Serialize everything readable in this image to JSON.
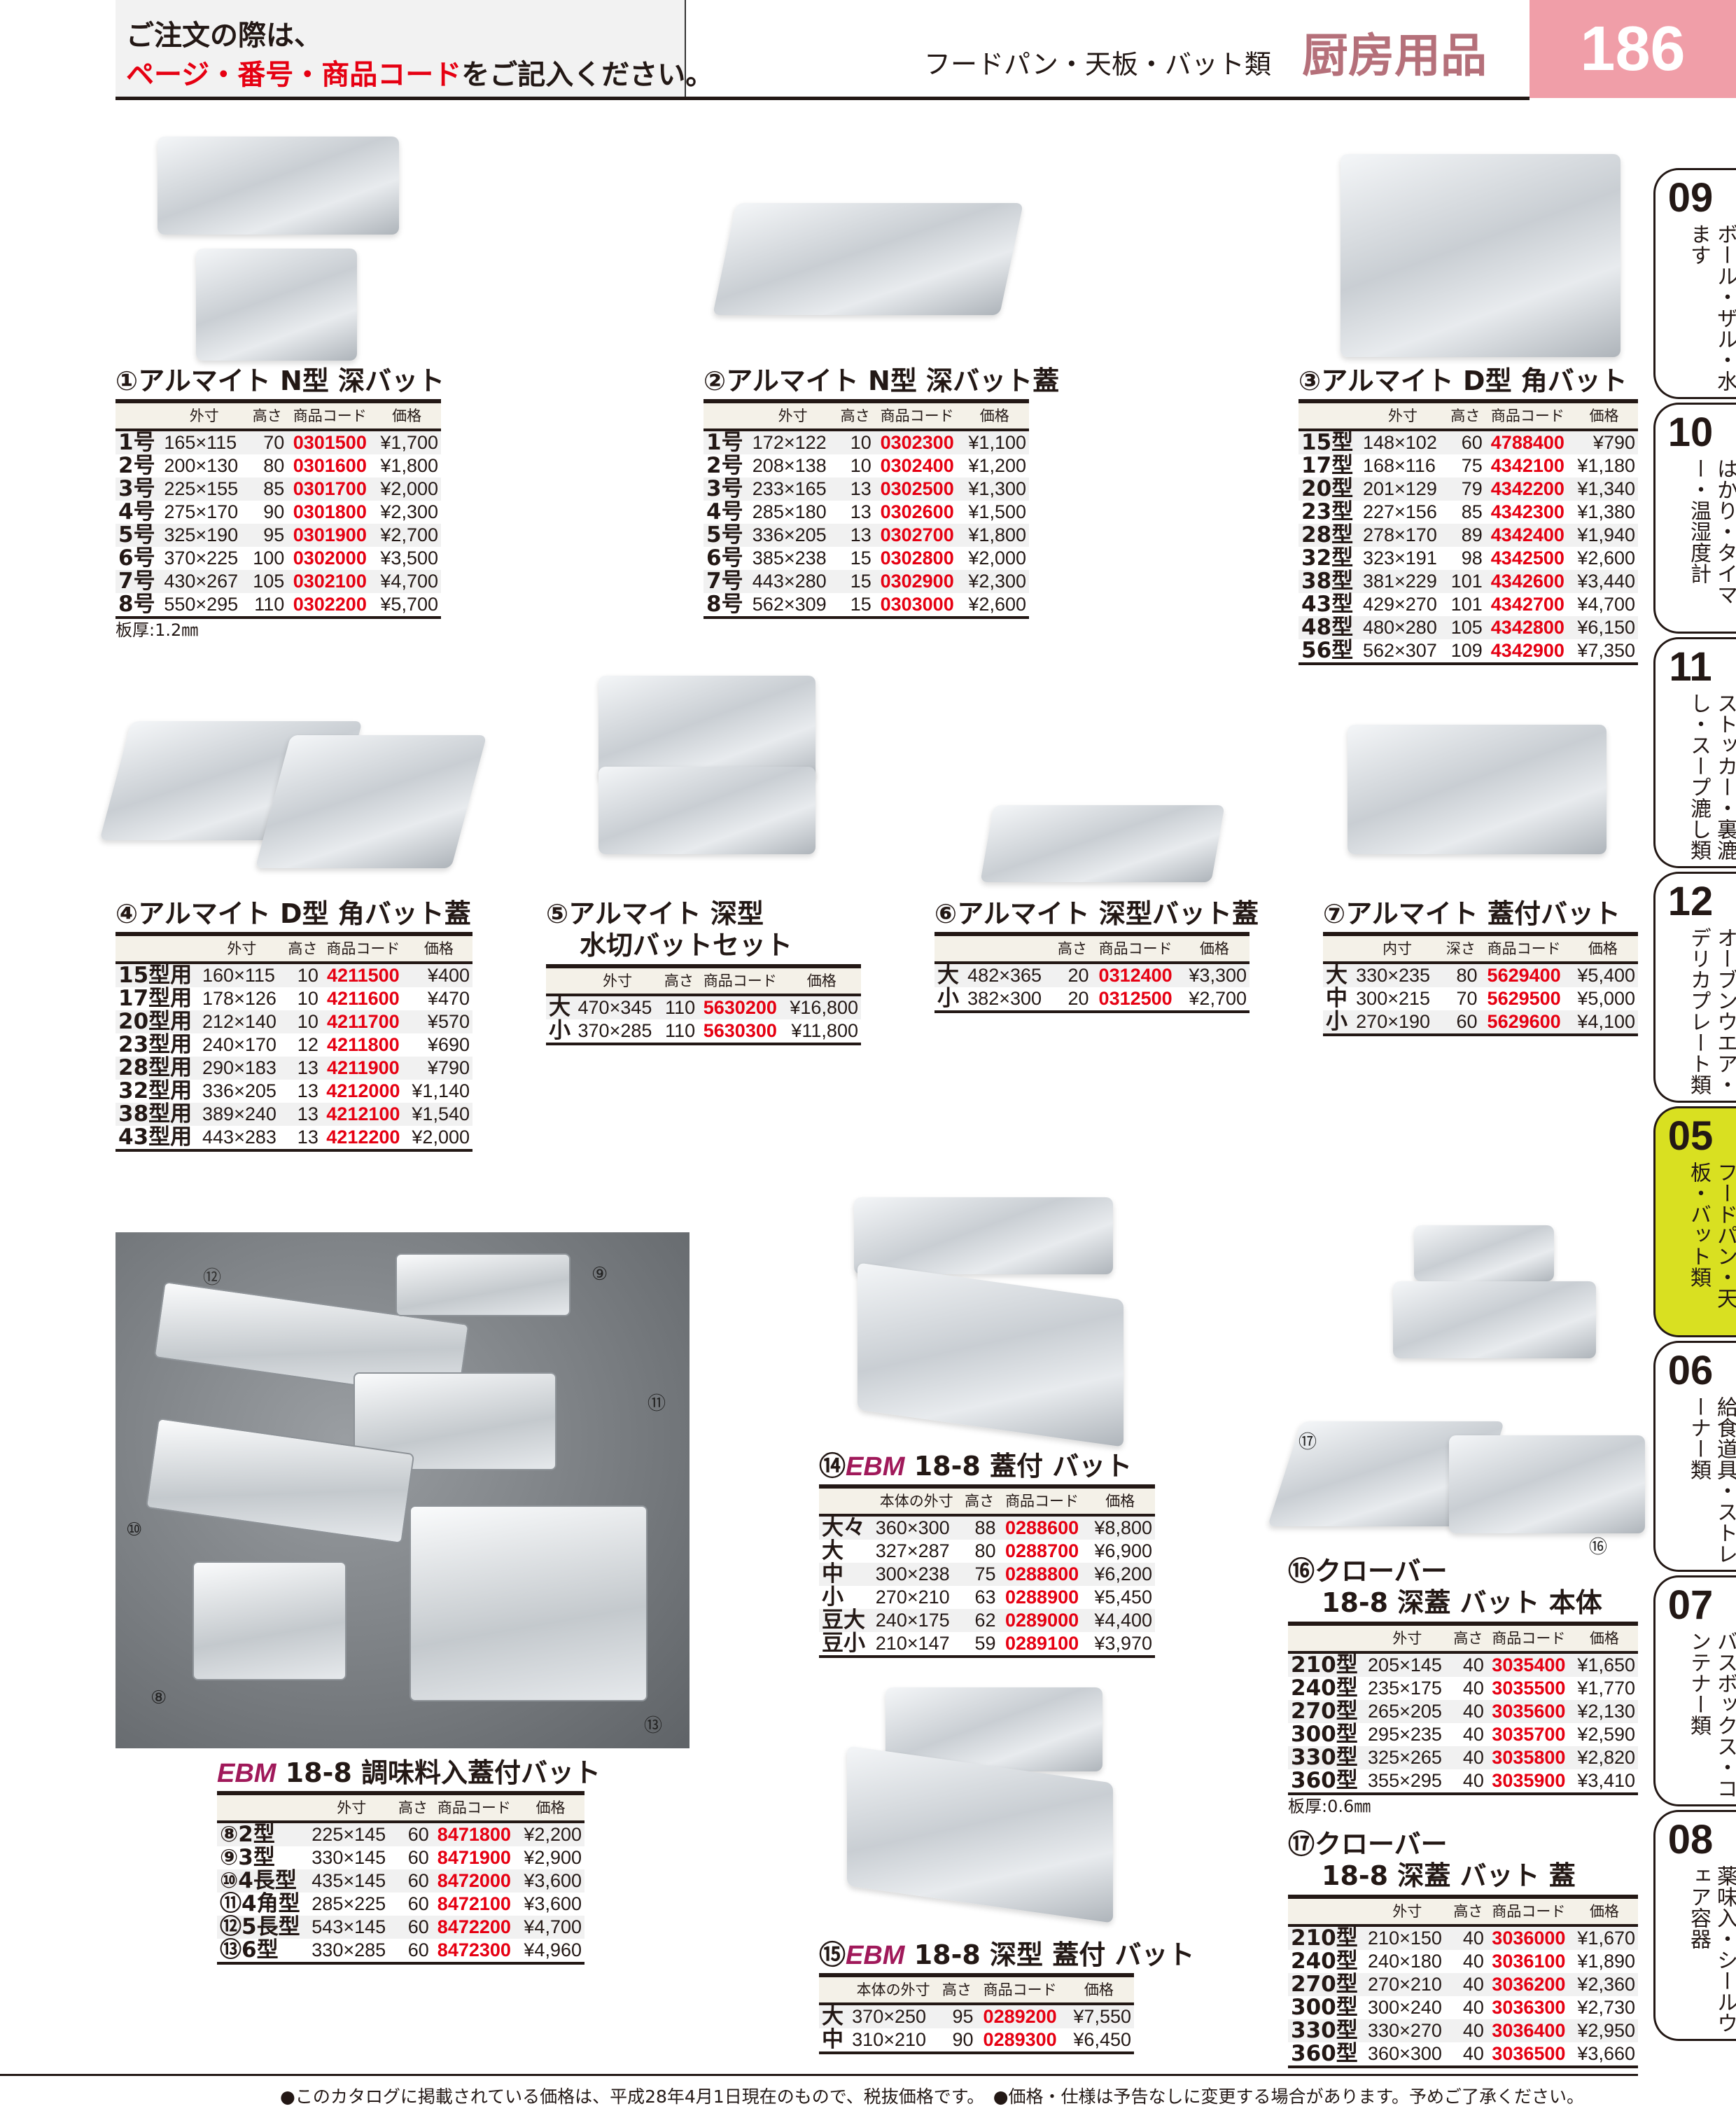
{
  "header": {
    "line1": "ご注文の際は、",
    "line2_red": "ページ・番号・商品コード",
    "line2_rest": "をご記入ください。",
    "subtitle": "フードパン・天板・バット類",
    "category": "厨房用品",
    "page": "186"
  },
  "side_tabs": [
    {
      "num": "09",
      "label": "ボール・ザル・水ます",
      "active": false
    },
    {
      "num": "10",
      "label": "はかり・タイマー・温湿度計",
      "active": false
    },
    {
      "num": "11",
      "label": "ストッカー・裏漉し・スープ漉し類",
      "active": false
    },
    {
      "num": "12",
      "label": "オーブンウエア・デリカプレート類",
      "active": false
    },
    {
      "num": "05",
      "label": "フードパン・天板・バット類",
      "active": true
    },
    {
      "num": "06",
      "label": "給食道具・ストレーナー類",
      "active": false
    },
    {
      "num": "07",
      "label": "バスボックス・コンテナー類",
      "active": false
    },
    {
      "num": "08",
      "label": "薬味入・シールウェア容器",
      "active": false
    }
  ],
  "products": [
    {
      "num": "①",
      "brand": "",
      "title": "アルマイト N型 深バット",
      "title2": "",
      "cols": [
        "",
        "外寸",
        "高さ",
        "商品コード",
        "価格"
      ],
      "rows": [
        [
          "1号",
          "165×115",
          "70",
          "0301500",
          "¥1,700"
        ],
        [
          "2号",
          "200×130",
          "80",
          "0301600",
          "¥1,800"
        ],
        [
          "3号",
          "225×155",
          "85",
          "0301700",
          "¥2,000"
        ],
        [
          "4号",
          "275×170",
          "90",
          "0301800",
          "¥2,300"
        ],
        [
          "5号",
          "325×190",
          "95",
          "0301900",
          "¥2,700"
        ],
        [
          "6号",
          "370×225",
          "100",
          "0302000",
          "¥3,500"
        ],
        [
          "7号",
          "430×267",
          "105",
          "0302100",
          "¥4,700"
        ],
        [
          "8号",
          "550×295",
          "110",
          "0302200",
          "¥5,700"
        ]
      ],
      "note": "板厚:1.2㎜"
    },
    {
      "num": "②",
      "brand": "",
      "title": "アルマイト N型 深バット蓋",
      "title2": "",
      "cols": [
        "",
        "外寸",
        "高さ",
        "商品コード",
        "価格"
      ],
      "rows": [
        [
          "1号",
          "172×122",
          "10",
          "0302300",
          "¥1,100"
        ],
        [
          "2号",
          "208×138",
          "10",
          "0302400",
          "¥1,200"
        ],
        [
          "3号",
          "233×165",
          "13",
          "0302500",
          "¥1,300"
        ],
        [
          "4号",
          "285×180",
          "13",
          "0302600",
          "¥1,500"
        ],
        [
          "5号",
          "336×205",
          "13",
          "0302700",
          "¥1,800"
        ],
        [
          "6号",
          "385×238",
          "15",
          "0302800",
          "¥2,000"
        ],
        [
          "7号",
          "443×280",
          "15",
          "0302900",
          "¥2,300"
        ],
        [
          "8号",
          "562×309",
          "15",
          "0303000",
          "¥2,600"
        ]
      ],
      "note": ""
    },
    {
      "num": "③",
      "brand": "",
      "title": "アルマイト D型 角バット",
      "title2": "",
      "cols": [
        "",
        "外寸",
        "高さ",
        "商品コード",
        "価格"
      ],
      "rows": [
        [
          "15型",
          "148×102",
          "60",
          "4788400",
          "¥790"
        ],
        [
          "17型",
          "168×116",
          "75",
          "4342100",
          "¥1,180"
        ],
        [
          "20型",
          "201×129",
          "79",
          "4342200",
          "¥1,340"
        ],
        [
          "23型",
          "227×156",
          "85",
          "4342300",
          "¥1,380"
        ],
        [
          "28型",
          "278×170",
          "89",
          "4342400",
          "¥1,940"
        ],
        [
          "32型",
          "323×191",
          "98",
          "4342500",
          "¥2,600"
        ],
        [
          "38型",
          "381×229",
          "101",
          "4342600",
          "¥3,440"
        ],
        [
          "43型",
          "429×270",
          "101",
          "4342700",
          "¥4,700"
        ],
        [
          "48型",
          "480×280",
          "105",
          "4342800",
          "¥6,150"
        ],
        [
          "56型",
          "562×307",
          "109",
          "4342900",
          "¥7,350"
        ]
      ],
      "note": ""
    },
    {
      "num": "④",
      "brand": "",
      "title": "アルマイト D型 角バット蓋",
      "title2": "",
      "cols": [
        "",
        "外寸",
        "高さ",
        "商品コード",
        "価格"
      ],
      "rows": [
        [
          "15型用",
          "160×115",
          "10",
          "4211500",
          "¥400"
        ],
        [
          "17型用",
          "178×126",
          "10",
          "4211600",
          "¥470"
        ],
        [
          "20型用",
          "212×140",
          "10",
          "4211700",
          "¥570"
        ],
        [
          "23型用",
          "240×170",
          "12",
          "4211800",
          "¥690"
        ],
        [
          "28型用",
          "290×183",
          "13",
          "4211900",
          "¥790"
        ],
        [
          "32型用",
          "336×205",
          "13",
          "4212000",
          "¥1,140"
        ],
        [
          "38型用",
          "389×240",
          "13",
          "4212100",
          "¥1,540"
        ],
        [
          "43型用",
          "443×283",
          "13",
          "4212200",
          "¥2,000"
        ]
      ],
      "note": ""
    },
    {
      "num": "⑤",
      "brand": "",
      "title": "アルマイト 深型",
      "title2": "水切バットセット",
      "cols": [
        "",
        "外寸",
        "高さ",
        "商品コード",
        "価格"
      ],
      "rows": [
        [
          "大",
          "470×345",
          "110",
          "5630200",
          "¥16,800"
        ],
        [
          "小",
          "370×285",
          "110",
          "5630300",
          "¥11,800"
        ]
      ],
      "note": ""
    },
    {
      "num": "⑥",
      "brand": "",
      "title": "アルマイト 深型バット蓋",
      "title2": "",
      "cols": [
        "",
        "",
        "高さ",
        "商品コード",
        "価格"
      ],
      "rows": [
        [
          "大",
          "482×365",
          "20",
          "0312400",
          "¥3,300"
        ],
        [
          "小",
          "382×300",
          "20",
          "0312500",
          "¥2,700"
        ]
      ],
      "note": ""
    },
    {
      "num": "⑦",
      "brand": "",
      "title": "アルマイト 蓋付バット",
      "title2": "",
      "cols": [
        "",
        "内寸",
        "深さ",
        "商品コード",
        "価格"
      ],
      "rows": [
        [
          "大",
          "330×235",
          "80",
          "5629400",
          "¥5,400"
        ],
        [
          "中",
          "300×215",
          "70",
          "5629500",
          "¥5,000"
        ],
        [
          "小",
          "270×190",
          "60",
          "5629600",
          "¥4,100"
        ]
      ],
      "note": ""
    },
    {
      "num": "",
      "brand": "EBM",
      "title": " 18-8 調味料入蓋付バット",
      "title2": "",
      "cols": [
        "",
        "外寸",
        "高さ",
        "商品コード",
        "価格"
      ],
      "rows": [
        [
          "⑧2型",
          "225×145",
          "60",
          "8471800",
          "¥2,200"
        ],
        [
          "⑨3型",
          "330×145",
          "60",
          "8471900",
          "¥2,900"
        ],
        [
          "⑩4長型",
          "435×145",
          "60",
          "8472000",
          "¥3,600"
        ],
        [
          "⑪4角型",
          "285×225",
          "60",
          "8472100",
          "¥3,600"
        ],
        [
          "⑫5長型",
          "543×145",
          "60",
          "8472200",
          "¥4,700"
        ],
        [
          "⑬6型",
          "330×285",
          "60",
          "8472300",
          "¥4,960"
        ]
      ],
      "note": ""
    },
    {
      "num": "⑭",
      "brand": "EBM",
      "title": " 18-8 蓋付 バット",
      "title2": "",
      "cols": [
        "",
        "本体の外寸",
        "高さ",
        "商品コード",
        "価格"
      ],
      "rows": [
        [
          "大々",
          "360×300",
          "88",
          "0288600",
          "¥8,800"
        ],
        [
          "大",
          "327×287",
          "80",
          "0288700",
          "¥6,900"
        ],
        [
          "中",
          "300×238",
          "75",
          "0288800",
          "¥6,200"
        ],
        [
          "小",
          "270×210",
          "63",
          "0288900",
          "¥5,450"
        ],
        [
          "豆大",
          "240×175",
          "62",
          "0289000",
          "¥4,400"
        ],
        [
          "豆小",
          "210×147",
          "59",
          "0289100",
          "¥3,970"
        ]
      ],
      "note": ""
    },
    {
      "num": "⑮",
      "brand": "EBM",
      "title": " 18-8 深型 蓋付 バット",
      "title2": "",
      "cols": [
        "",
        "本体の外寸",
        "高さ",
        "商品コード",
        "価格"
      ],
      "rows": [
        [
          "大",
          "370×250",
          "95",
          "0289200",
          "¥7,550"
        ],
        [
          "中",
          "310×210",
          "90",
          "0289300",
          "¥6,450"
        ]
      ],
      "note": ""
    },
    {
      "num": "⑯",
      "brand": "",
      "title": "クローバー",
      "title2": "18-8 深蓋 バット 本体",
      "cols": [
        "",
        "外寸",
        "高さ",
        "商品コード",
        "価格"
      ],
      "rows": [
        [
          "210型",
          "205×145",
          "40",
          "3035400",
          "¥1,650"
        ],
        [
          "240型",
          "235×175",
          "40",
          "3035500",
          "¥1,770"
        ],
        [
          "270型",
          "265×205",
          "40",
          "3035600",
          "¥2,130"
        ],
        [
          "300型",
          "295×235",
          "40",
          "3035700",
          "¥2,590"
        ],
        [
          "330型",
          "325×265",
          "40",
          "3035800",
          "¥2,820"
        ],
        [
          "360型",
          "355×295",
          "40",
          "3035900",
          "¥3,410"
        ]
      ],
      "note": "板厚:0.6㎜"
    },
    {
      "num": "⑰",
      "brand": "",
      "title": "クローバー",
      "title2": "18-8 深蓋 バット 蓋",
      "cols": [
        "",
        "外寸",
        "高さ",
        "商品コード",
        "価格"
      ],
      "rows": [
        [
          "210型",
          "210×150",
          "40",
          "3036000",
          "¥1,670"
        ],
        [
          "240型",
          "240×180",
          "40",
          "3036100",
          "¥1,890"
        ],
        [
          "270型",
          "270×210",
          "40",
          "3036200",
          "¥2,360"
        ],
        [
          "300型",
          "300×240",
          "40",
          "3036300",
          "¥2,730"
        ],
        [
          "330型",
          "330×270",
          "40",
          "3036400",
          "¥2,950"
        ],
        [
          "360型",
          "360×300",
          "40",
          "3036500",
          "¥3,660"
        ]
      ],
      "note": ""
    }
  ],
  "photo_labels": [
    "⑫",
    "⑨",
    "⑪",
    "⑩",
    "⑧",
    "⑬"
  ],
  "clover_labels": [
    "⑰",
    "⑯"
  ],
  "footer": "●このカタログに掲載されている価格は、平成28年4月1日現在のもので、税抜価格です。　●価格・仕様は予告なしに変更する場合があります。予めご了承ください。"
}
